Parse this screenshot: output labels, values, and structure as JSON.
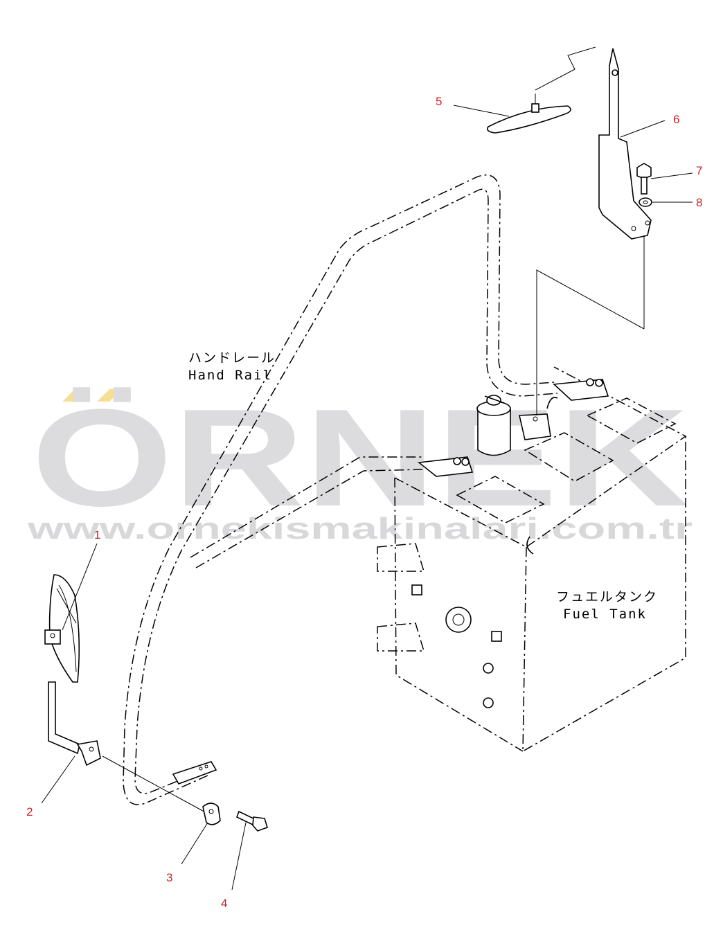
{
  "labels": {
    "hand_rail_jp": "ハンドレール",
    "hand_rail_en": "Hand Rail",
    "fuel_tank_jp": "フュエルタンク",
    "fuel_tank_en": "Fuel Tank"
  },
  "callouts": [
    "1",
    "2",
    "3",
    "4",
    "5",
    "6",
    "7",
    "8"
  ],
  "watermark": {
    "logo": "ÖRNEK",
    "url": "www.ornekismakinalari.com.tr"
  },
  "colors": {
    "callout": "#cc2222",
    "watermark": "#d4d4d6",
    "watermark_accent": "#f3dc8a",
    "line": "#000000"
  }
}
